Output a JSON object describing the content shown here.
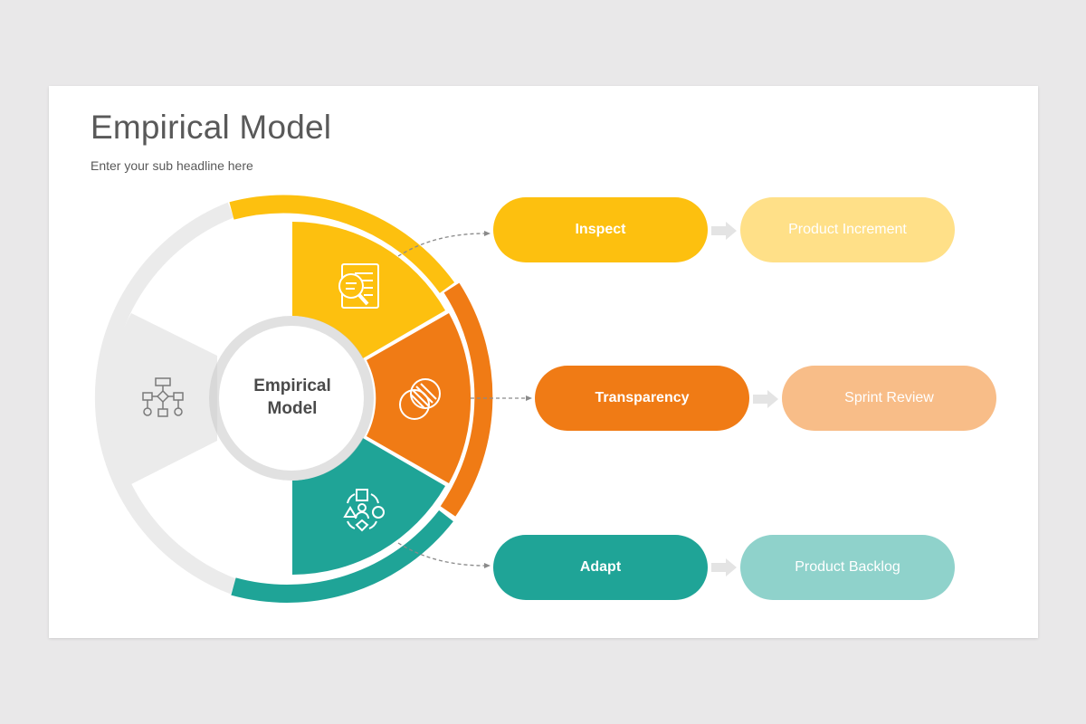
{
  "header": {
    "title": "Empirical Model",
    "subtitle": "Enter your sub headline here"
  },
  "center": {
    "line1": "Empirical",
    "line2": "Model"
  },
  "pillars": [
    {
      "label": "Inspect",
      "result": "Product Increment",
      "color": "#fdc00f",
      "light_color": "#ffe088",
      "icon": "document-search-icon"
    },
    {
      "label": "Transparency",
      "result": "Sprint Review",
      "color": "#f07b15",
      "light_color": "#f8bd88",
      "icon": "overlap-circles-icon"
    },
    {
      "label": "Adapt",
      "result": "Product Backlog",
      "color": "#1fa497",
      "light_color": "#8fd2cb",
      "icon": "process-shapes-icon"
    }
  ],
  "inactive_segment": {
    "color": "#ebebeb",
    "icon": "flowchart-icon"
  }
}
